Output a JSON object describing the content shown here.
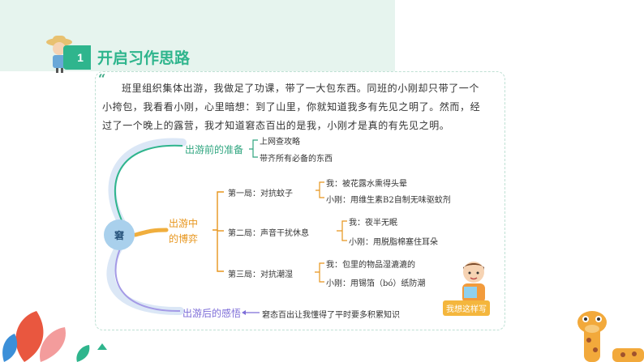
{
  "header": {
    "number": "1",
    "title": "开启习作思路"
  },
  "quote_mark": "“",
  "paragraph": "班里组织集体出游，我做足了功课，带了一大包东西。同班的小刚却只带了一个小挎包，我看看小刚，心里暗想：到了山里，你就知道我多有先见之明了。然而，经过了一个晚上的露营，我才知道窘态百出的是我，小刚才是真的有先见之明。",
  "mindmap": {
    "center": "窘",
    "before": {
      "label": "出游前的准备",
      "items": [
        "上网查攻略",
        "带齐所有必备的东西"
      ]
    },
    "middle": {
      "label_line1": "出游中",
      "label_line2": "的博弈",
      "rounds": [
        {
          "label": "第一局：对抗蚊子",
          "me": "我：被花露水熏得头晕",
          "gang": "小刚：用维生素B2自制无味驱蚊剂"
        },
        {
          "label": "第二局：声音干扰休息",
          "me": "我：夜半无眠",
          "gang": "小刚：用脱脂棉塞住耳朵"
        },
        {
          "label": "第三局：对抗潮湿",
          "me": "我：包里的物品湿漉漉的",
          "gang": "小刚：用锡箔（bó）纸防潮"
        }
      ]
    },
    "after": {
      "label": "出游后的感悟",
      "text": "窘态百出让我懂得了平时要多积累知识"
    }
  },
  "tag": "我想这样写",
  "colors": {
    "green": "#2fb58d",
    "orange": "#e7951c",
    "purple": "#7d6dd8",
    "band": "#e6f4ee"
  }
}
